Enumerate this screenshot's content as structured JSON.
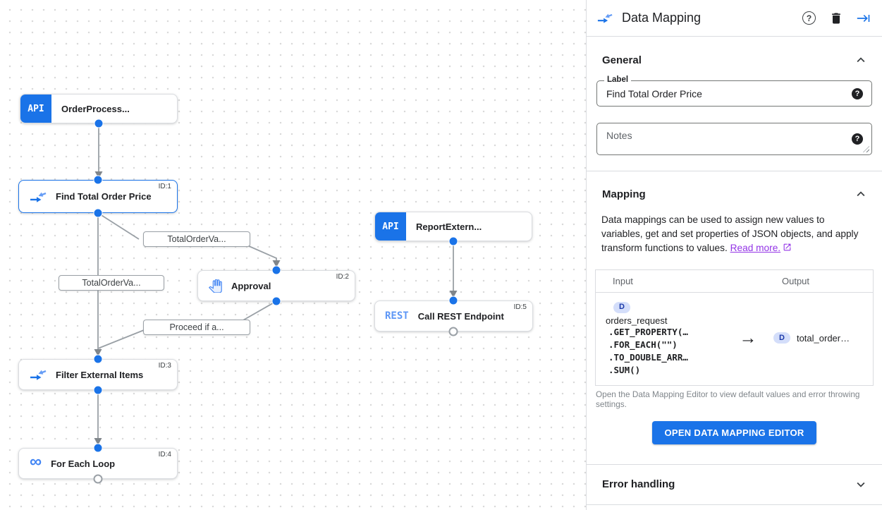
{
  "canvas": {
    "nodes": [
      {
        "label": "OrderProcess...",
        "icon_label": "API"
      },
      {
        "label": "Find Total Order Price",
        "id_tag": "ID:1"
      },
      {
        "label": "Approval",
        "id_tag": "ID:2"
      },
      {
        "label": "ReportExtern...",
        "icon_label": "API"
      },
      {
        "label": "Call REST Endpoint",
        "id_tag": "ID:5",
        "icon_label": "REST"
      },
      {
        "label": "Filter External Items",
        "id_tag": "ID:3"
      },
      {
        "label": "For Each Loop",
        "id_tag": "ID:4",
        "icon_glyph": "∞"
      }
    ],
    "edge_labels": [
      {
        "label": "TotalOrderVa..."
      },
      {
        "label": "TotalOrderVa..."
      },
      {
        "label": "Proceed if a..."
      }
    ]
  },
  "panel": {
    "title": "Data Mapping",
    "help_glyph": "?",
    "general": {
      "title": "General",
      "label_field": {
        "label": "Label",
        "value": "Find Total Order Price"
      },
      "notes_field": {
        "placeholder": "Notes"
      }
    },
    "mapping": {
      "title": "Mapping",
      "description": "Data mappings can be used to assign new values to variables, get and set properties of JSON objects, and apply transform functions to values.",
      "link": "Read more.",
      "table": {
        "input_header": "Input",
        "output_header": "Output",
        "input": {
          "chip": "D",
          "variable": "orders_request",
          "expressions": [
            ".GET_PROPERTY(…",
            ".FOR_EACH(\"\")",
            ".TO_DOUBLE_ARR…",
            ".SUM()"
          ]
        },
        "arrow": "→",
        "output": {
          "chip": "D",
          "variable": "total_order…"
        }
      },
      "caption": "Open the Data Mapping Editor to view default values and error throwing settings.",
      "button": "OPEN DATA MAPPING EDITOR"
    },
    "error_handling": {
      "title": "Error handling"
    }
  },
  "colors": {
    "accent": "#1a73e8",
    "link_purple": "#9334e6",
    "edge_gray": "#9aa0a6"
  }
}
